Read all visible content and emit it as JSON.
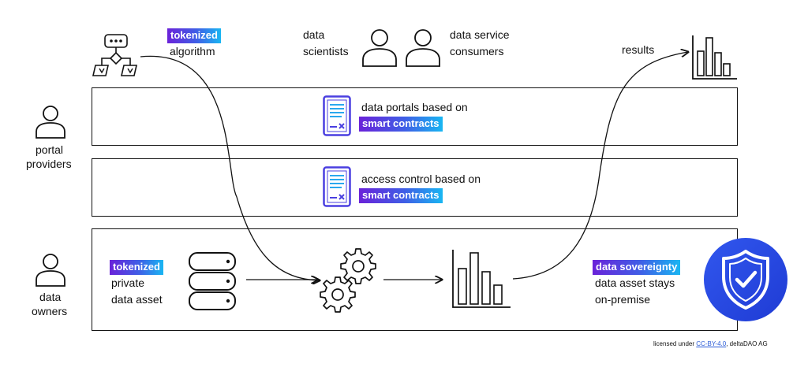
{
  "top": {
    "algorithm_badge": "tokenized",
    "algorithm_label": "algorithm",
    "scientists_line1": "data",
    "scientists_line2": "scientists",
    "consumers_line1": "data service",
    "consumers_line2": "consumers",
    "results_label": "results"
  },
  "left": {
    "portal_line1": "portal",
    "portal_line2": "providers",
    "owners_line1": "data",
    "owners_line2": "owners"
  },
  "layers": {
    "portals_line1": "data portals based on",
    "portals_badge": "smart contracts",
    "access_line1": "access control based on",
    "access_badge": "smart contracts"
  },
  "bottom": {
    "asset_badge": "tokenized",
    "asset_line1": "private",
    "asset_line2": "data asset",
    "sovereignty_badge": "data sovereignty",
    "sovereignty_line1": "data asset stays",
    "sovereignty_line2": "on-premise"
  },
  "credit": {
    "prefix": "licensed under ",
    "license": "CC-BY-4.0",
    "suffix": ", deltaDAO AG"
  },
  "colors": {
    "gradient_start": "#6a22d9",
    "gradient_end": "#19b6f2",
    "shield_bg": "#2746e0",
    "doc_icon": "#4a3fe0"
  },
  "icons": [
    "algorithm-icon",
    "person-icon",
    "bar-chart-icon",
    "document-icon",
    "database-icon",
    "gears-icon",
    "shield-check-icon"
  ]
}
